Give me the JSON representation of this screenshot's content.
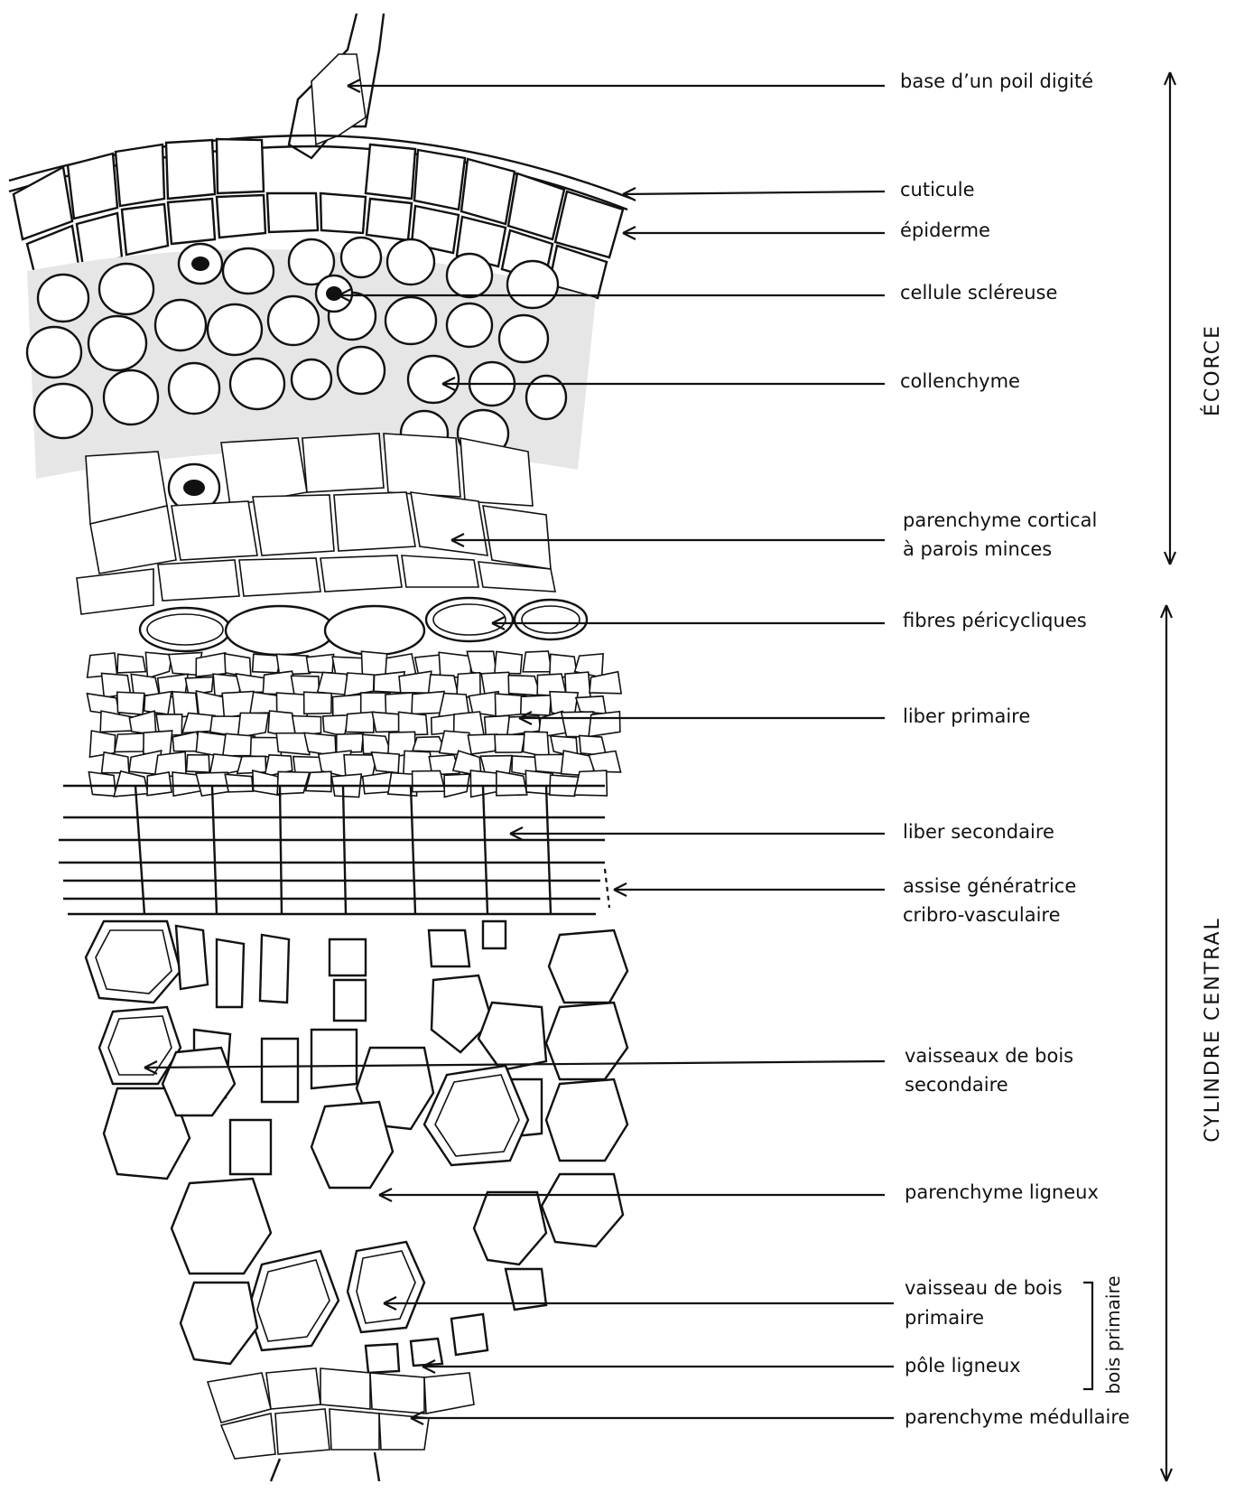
{
  "labels": {
    "poil": "base d’un poil digité",
    "cuticule": "cuticule",
    "epiderme": "épiderme",
    "sclereuse": "cellule scléreuse",
    "collenchyme": "collenchyme",
    "parenchyme_cortical_1": "parenchyme cortical",
    "parenchyme_cortical_2": "à parois minces",
    "fibres": "fibres péricycliques",
    "liber_primaire": "liber primaire",
    "liber_secondaire": "liber secondaire",
    "assise_1": "assise génératrice",
    "assise_2": "cribro-vasculaire",
    "vaisseaux_1": "vaisseaux de bois",
    "vaisseaux_2": "secondaire",
    "parenchyme_ligneux": "parenchyme ligneux",
    "vaisseau_primaire_1": "vaisseau de bois",
    "vaisseau_primaire_2": "primaire",
    "pole": "pôle ligneux",
    "medullaire": "parenchyme médullaire"
  },
  "regions": {
    "ecorce": "ÉCORCE",
    "cylindre": "CYLINDRE CENTRAL",
    "bois_primaire": "bois primaire"
  }
}
